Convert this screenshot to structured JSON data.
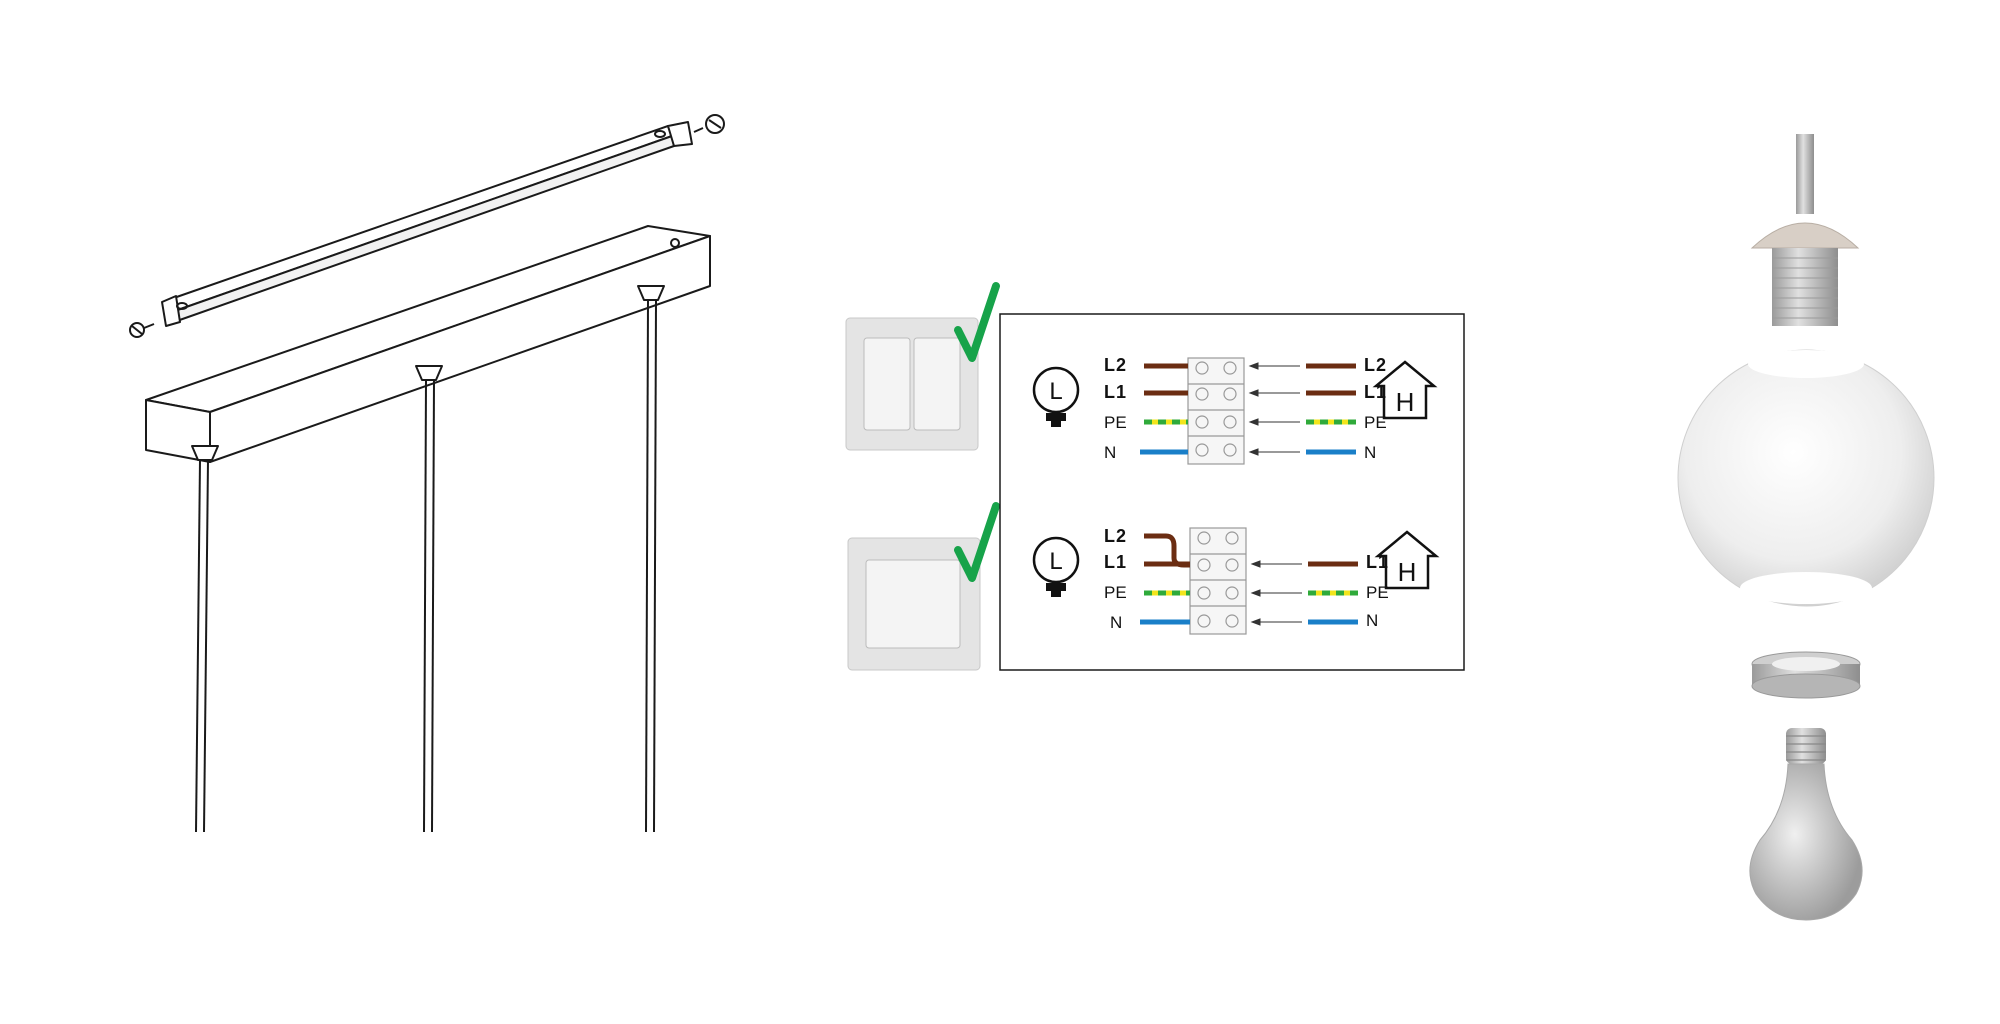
{
  "colors": {
    "live": "#6b2d12",
    "earth_green": "#2faa3a",
    "earth_yellow": "#f2e51c",
    "neutral": "#1a7fc8",
    "check": "#17a34a",
    "switch_plate": "#e4e4e4",
    "line": "#1a1a1a"
  },
  "icons": {
    "lamp": "lamp-L-icon",
    "house": "house-H-icon",
    "check": "checkmark-icon",
    "switch_double": "double-rocker-switch-icon",
    "switch_single": "single-rocker-switch-icon"
  },
  "wiring": {
    "lamp_letter": "L",
    "house_letter": "H",
    "double_switch": {
      "left_labels": [
        "L2",
        "L1",
        "PE",
        "N"
      ],
      "right_labels": [
        "L2",
        "L1",
        "PE",
        "N"
      ]
    },
    "single_switch": {
      "left_labels": [
        "L2",
        "L1",
        "PE",
        "N"
      ],
      "right_labels": [
        "L1",
        "PE",
        "N"
      ]
    }
  }
}
